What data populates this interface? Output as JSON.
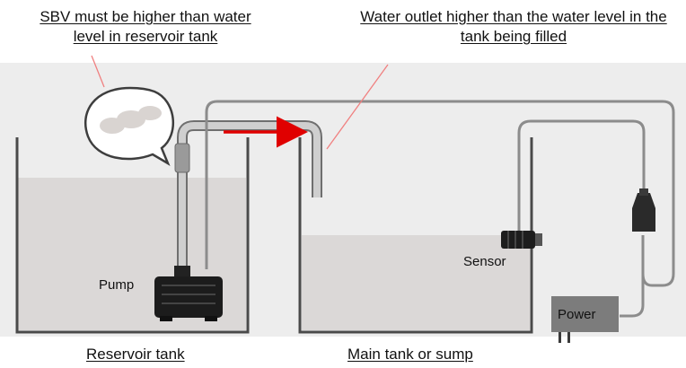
{
  "annotations": {
    "sbv_note": "SBV must be higher than water level in reservoir tank",
    "outlet_note": "Water outlet higher than the water level in the tank being filled"
  },
  "labels": {
    "pump": "Pump",
    "sensor": "Sensor",
    "power": "Power"
  },
  "captions": {
    "reservoir": "Reservoir tank",
    "main": "Main tank or sump"
  },
  "colors": {
    "water": "#dbd8d7",
    "background_haze": "#ededed",
    "tank_wall": "#4a4a4a",
    "tube": "#8c8c8c",
    "arrow": "#e00000",
    "pointer_line": "#f08080"
  }
}
